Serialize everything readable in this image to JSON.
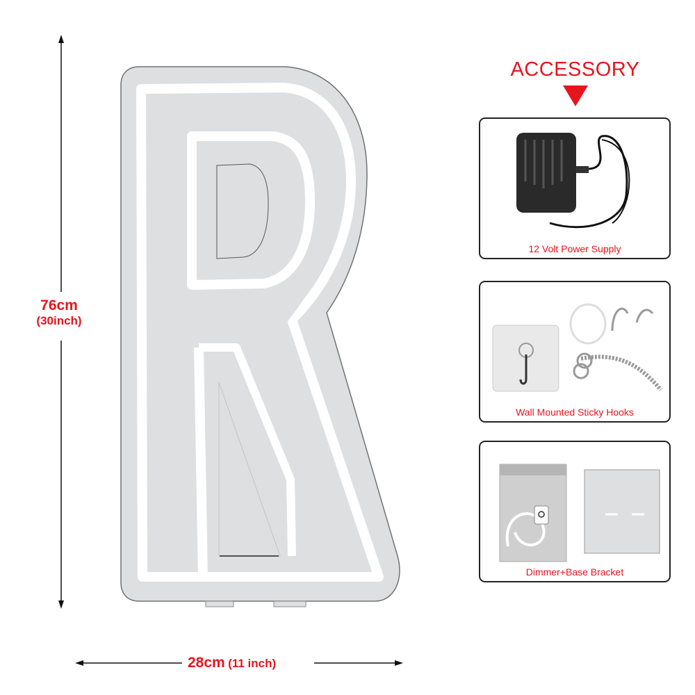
{
  "dimensions": {
    "height_cm": "76cm",
    "height_inch": "(30inch)",
    "width_cm": "28cm",
    "width_inch": "(11 inch)"
  },
  "accessory": {
    "title": "ACCESSORY",
    "items": [
      {
        "label": "12 Volt Power Supply"
      },
      {
        "label": "Wall Mounted Sticky Hooks"
      },
      {
        "label": "Dimmer+Base Bracket"
      }
    ]
  },
  "colors": {
    "accent": "#e8141c"
  }
}
